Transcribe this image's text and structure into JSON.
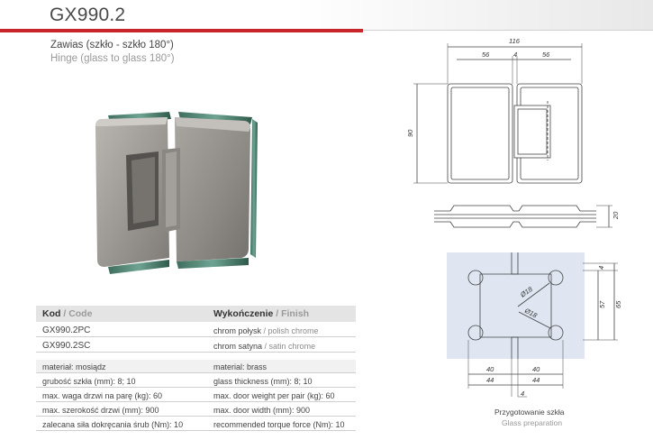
{
  "product": {
    "code": "GX990.2",
    "name_pl": "Zawias (szkło - szkło 180°)",
    "name_en": "Hinge (glass to glass 180°)"
  },
  "table": {
    "header": {
      "code_pl": "Kod",
      "code_en": "Code",
      "finish_pl": "Wykończenie",
      "finish_en": "Finish",
      "separator": " / "
    },
    "variants": [
      {
        "code": "GX990.2PC",
        "finish_pl": "chrom połysk",
        "finish_en": "polish chrome"
      },
      {
        "code": "GX990.2SC",
        "finish_pl": "chrom satyna",
        "finish_en": "satin chrome"
      }
    ],
    "specs": [
      {
        "pl": "materiał: mosiądz",
        "en": "material: brass"
      },
      {
        "pl": "grubość szkła (mm): 8; 10",
        "en": "glass thickness (mm): 8; 10"
      },
      {
        "pl": "max. waga drzwi na parę (kg): 60",
        "en": "max. door weight per pair (kg): 60"
      },
      {
        "pl": "max. szerokość drzwi (mm): 900",
        "en": "max. door width (mm): 900"
      },
      {
        "pl": "zalecana siła dokręcania śrub (Nm): 10",
        "en": "recommended torque force (Nm): 10"
      }
    ]
  },
  "drawing": {
    "dims": {
      "total_width": "116",
      "left_width": "56",
      "gap": "4",
      "right_width": "56",
      "height": "90",
      "thickness": "20",
      "hole_offset": "4",
      "hole_span_a": "57",
      "hole_span_b": "65",
      "hole_dia_1": "Ø18",
      "hole_dia_2": "Ø18",
      "hole_x_inner_l": "40",
      "hole_x_inner_r": "40",
      "hole_x_outer_l": "44",
      "hole_x_outer_r": "44",
      "gap_bottom": "4"
    },
    "caption_pl": "Przygotowanie szkła",
    "caption_en": "Glass preparation"
  },
  "colors": {
    "accent_red": "#c8242c",
    "table_header_bg": "#e4e4e4",
    "glass_prep_bg": "#dfe6f1"
  }
}
